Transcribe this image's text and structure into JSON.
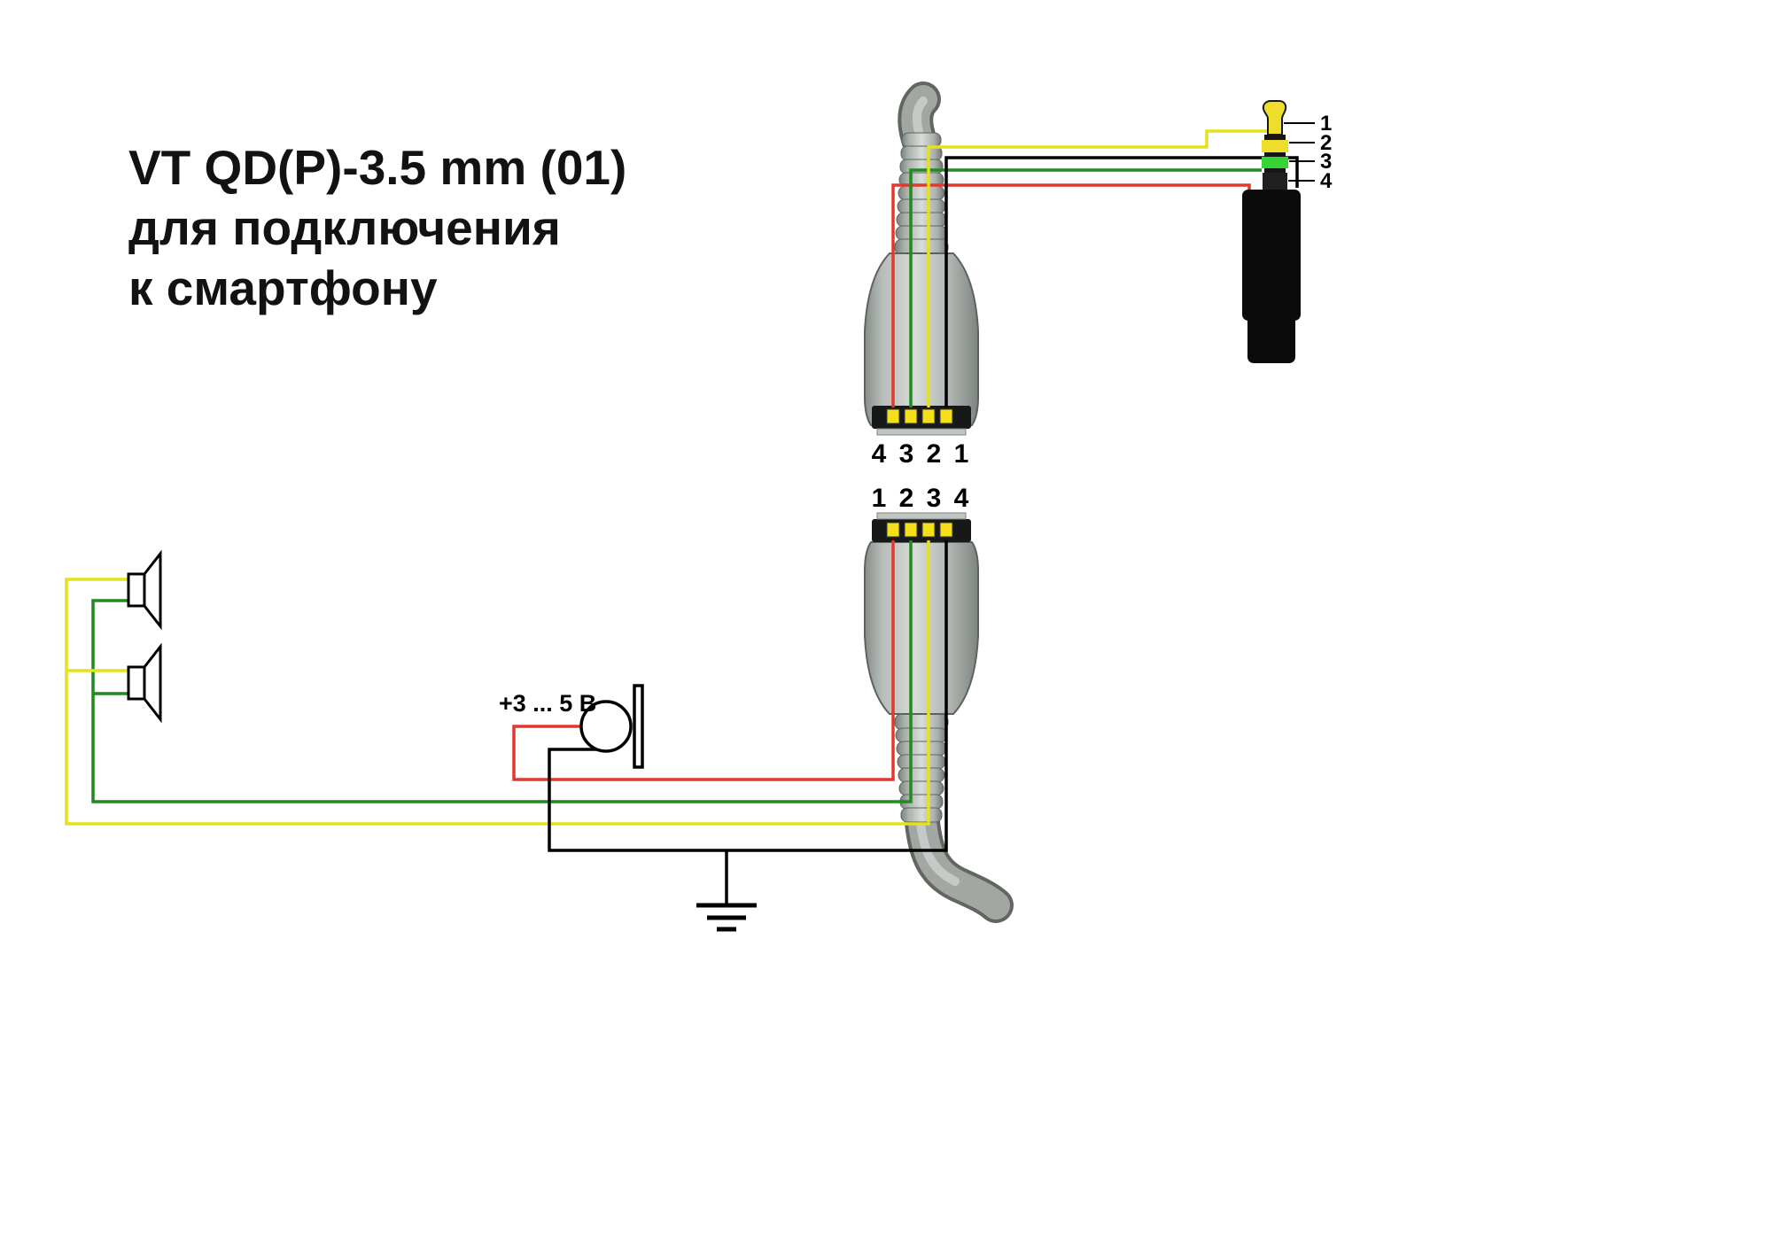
{
  "title": {
    "line1": "VT QD(P)-3.5 mm (01)",
    "line2": "для подключения",
    "line3": "к смартфону"
  },
  "labels": {
    "top_pins": "4 3 2 1",
    "bottom_pins": "1 2 3 4"
  },
  "jack": {
    "labels": [
      "1",
      "2",
      "3",
      "4"
    ]
  },
  "mic": {
    "voltage_label": "+3 ... 5 В"
  },
  "colors": {
    "wire_red": "#e0392e",
    "wire_green": "#218a21",
    "wire_yellow": "#e4e21c",
    "wire_black": "#000000",
    "contact_yellow": "#f5df17",
    "jack_yellow": "#eedd2a",
    "jack_green": "#35d435"
  }
}
